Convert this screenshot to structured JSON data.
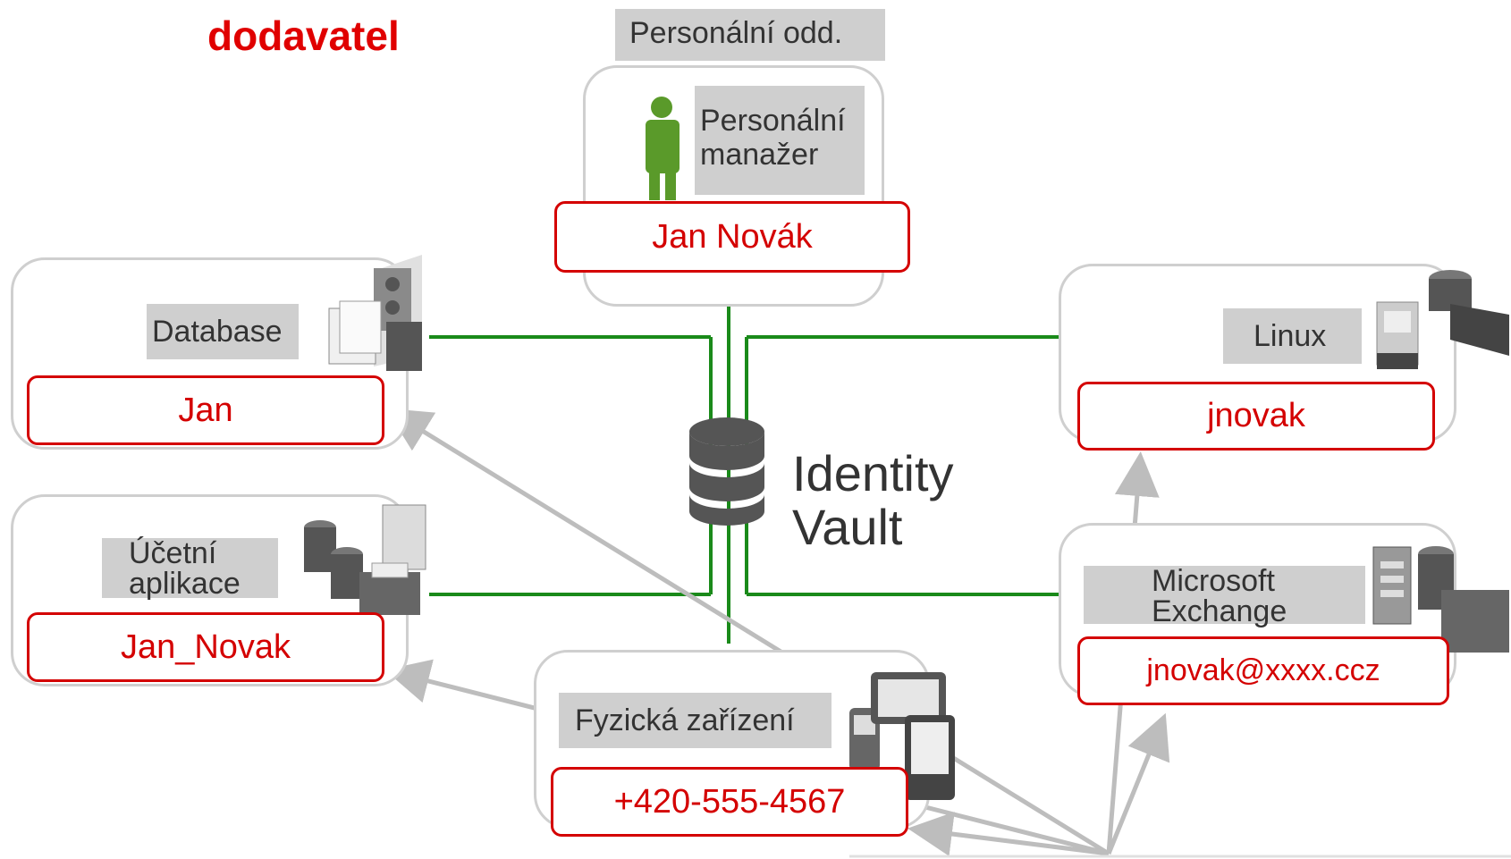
{
  "title": "dodavatel",
  "department_label": "Personální  odd.",
  "manager_label_line1": "Personální",
  "manager_label_line2": "manažer",
  "center": {
    "line1": "Identity",
    "line2": "Vault"
  },
  "systems": {
    "hr": {
      "account": "Jan Novák"
    },
    "database": {
      "label": "Database",
      "account": "Jan"
    },
    "accounting": {
      "label_line1": "Účetní",
      "label_line2": "aplikace",
      "account": "Jan_Novak"
    },
    "linux": {
      "label": "Linux",
      "account": "jnovak"
    },
    "exchange": {
      "label_line1": "Microsoft",
      "label_line2": "Exchange",
      "account": "jnovak@xxxx.ccz"
    },
    "devices": {
      "label": "Fyzická zařízení",
      "account": "+420-555-4567"
    }
  },
  "colors": {
    "accent_red": "#d40000",
    "connector_green": "#1a8a1a",
    "arrow_gray": "#bdbdbd",
    "panel_gray": "#cfcfcf"
  }
}
